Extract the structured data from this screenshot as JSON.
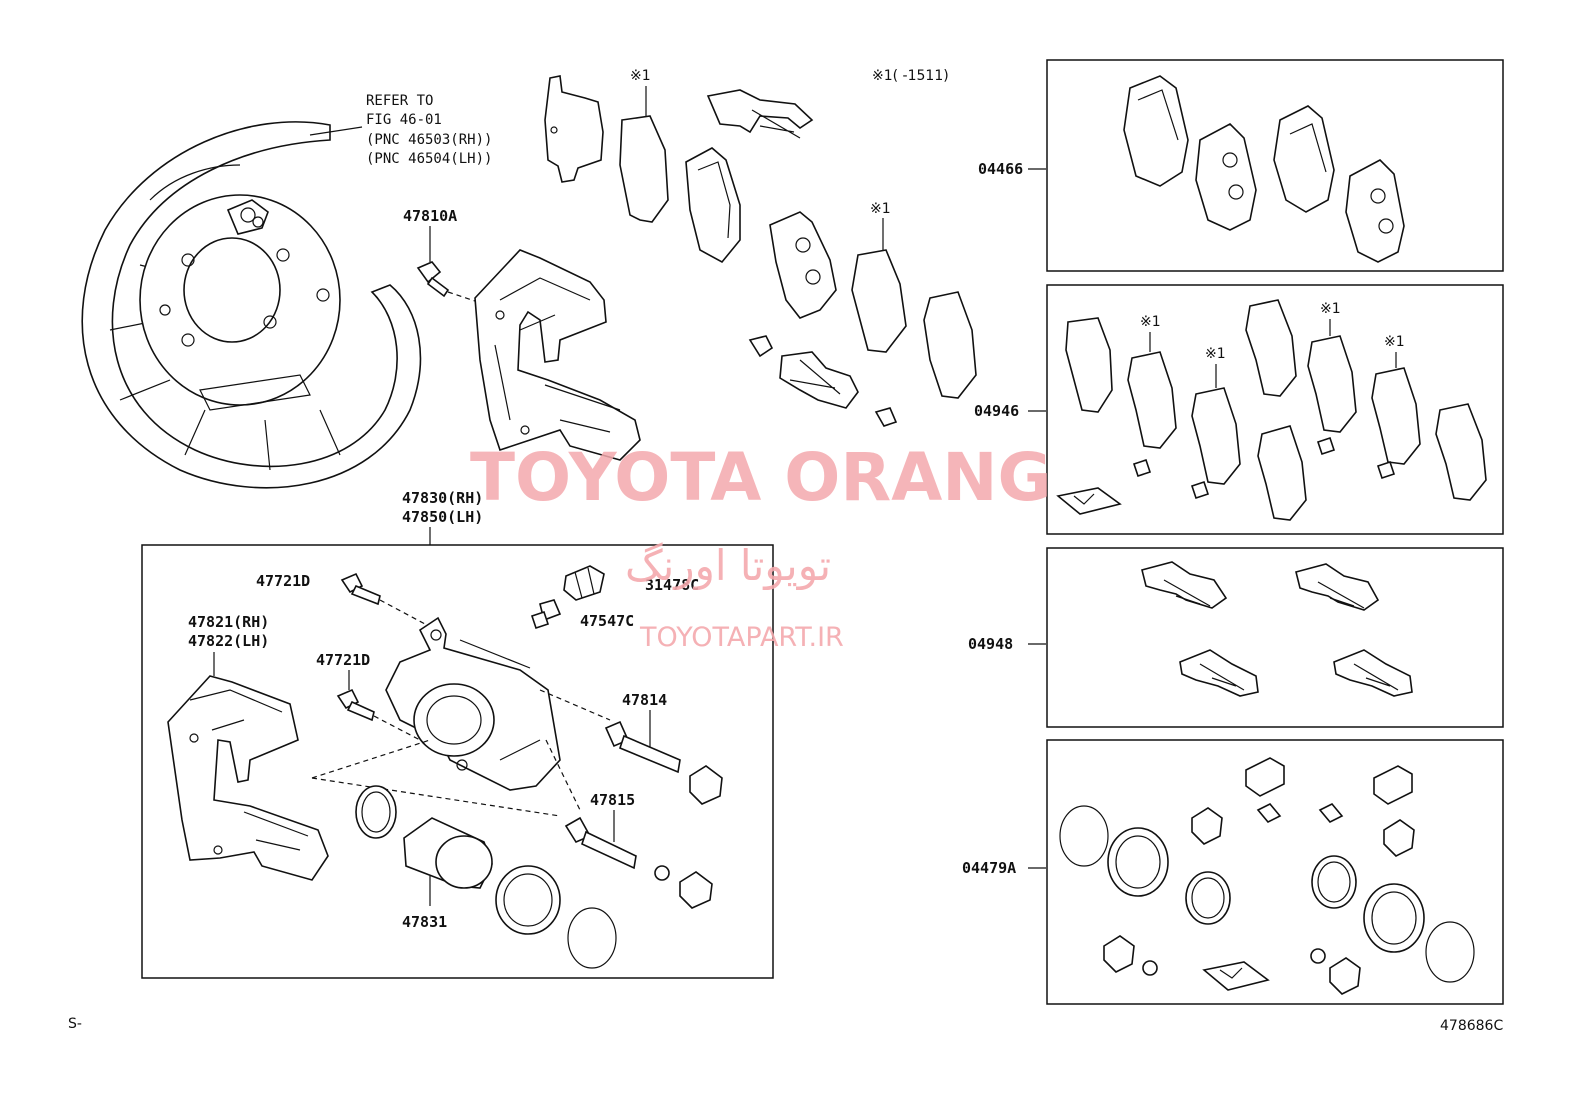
{
  "refer_note": {
    "line1": "REFER TO",
    "line2": "FIG 46-01",
    "line3": "(PNC 46503(RH))",
    "line4": "(PNC 46504(LH))"
  },
  "notes": {
    "mark_pads_top": "※1",
    "mark_shims_top": "※1",
    "mark_header": "※1(     -1511)"
  },
  "labels": {
    "p47810A": "47810A",
    "p47830": "47830(RH)",
    "p47850": "47850(LH)",
    "p47721D_a": "47721D",
    "p31478C": "31478C",
    "p47821": "47821(RH)",
    "p47822": "47822(LH)",
    "p47547C": "47547C",
    "p47721D_b": "47721D",
    "p47814": "47814",
    "p47815": "47815",
    "p47831": "47831",
    "k04466": "04466",
    "k04946": "04946",
    "k04948": "04948",
    "k04479A": "04479A"
  },
  "kit_marks": {
    "m1": "※1",
    "m2": "※1",
    "m3": "※1",
    "m4": "※1"
  },
  "watermark": {
    "brand": "TOYOTA ORANG",
    "persian": "تویوتا اورنگ",
    "url": "TOYOTAPART.IR"
  },
  "footer": {
    "left": "S-",
    "right": "478686C"
  }
}
